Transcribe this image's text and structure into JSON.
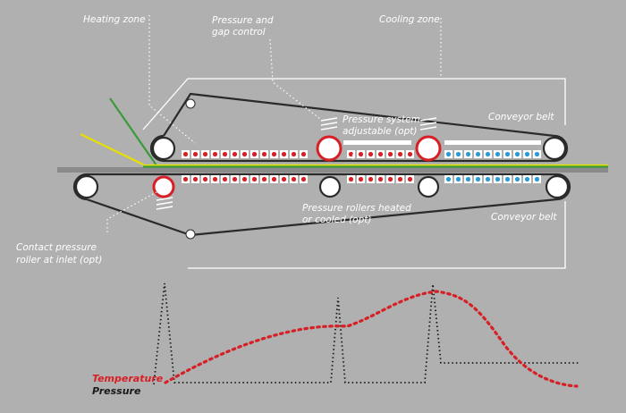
{
  "labels": {
    "heating_zone": "Heating zone",
    "pressure_gap_line1": "Pressure and",
    "pressure_gap_line2": "gap control",
    "cooling_zone": "Cooling zone",
    "pressure_system_line1": "Pressure system",
    "pressure_system_line2": "adjustable (opt)",
    "conveyor_belt_top": "Conveyor belt",
    "conveyor_belt_bottom": "Conveyor belt",
    "rollers_line1": "Pressure rollers heated",
    "rollers_line2": "or cooled (opt)",
    "contact_line1": "Contact pressure",
    "contact_line2": "roller at inlet (opt)"
  },
  "legend": {
    "temperature": "Temperature",
    "pressure": "Pressure"
  },
  "colors": {
    "background": "#b0b0b0",
    "belt": "#2a2a2a",
    "heating": "#d71f26",
    "cooling": "#2b9bd6",
    "temperature_curve": "#d71f26",
    "pressure_curve": "#1a1a1a",
    "material_yellow": "#e8e000",
    "material_green": "#3a9a3a",
    "white": "#ffffff"
  }
}
